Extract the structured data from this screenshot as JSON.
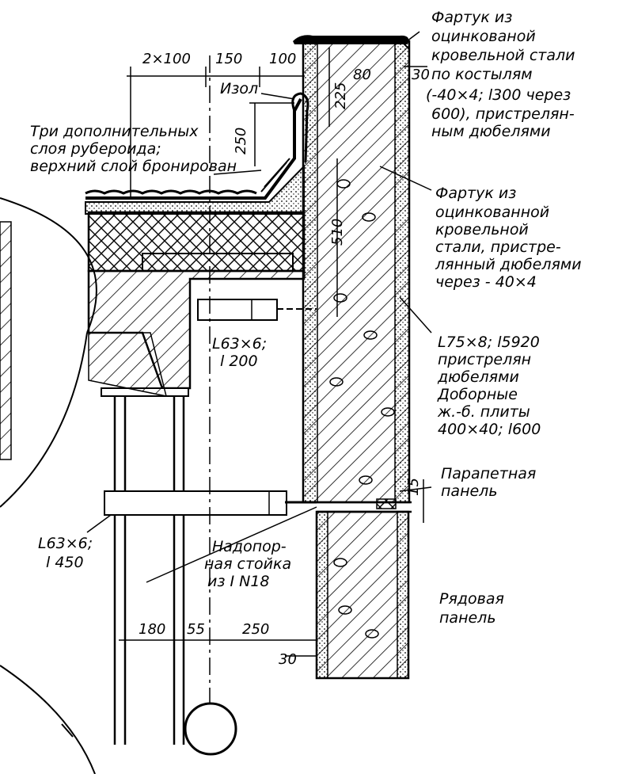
{
  "drawing": {
    "labels": {
      "apron_top_1": "Фартук из",
      "apron_top_2": "оцинкованой",
      "apron_top_3": "кровельной стали",
      "apron_top_4": "по костылям",
      "apron_top_5": "(-40×4; l300 через",
      "apron_top_6": "600), пристрелян-",
      "apron_top_7": "ным дюбелями",
      "apron_mid_1": "Фартук из",
      "apron_mid_2": "оцинкованной",
      "apron_mid_3": "кровельной",
      "apron_mid_4": "стали, пристре-",
      "apron_mid_5": "лянный дюбелями",
      "apron_mid_6": "через - 40×4",
      "angle_right_1": "L75×8; l5920",
      "angle_right_2": "пристрелян",
      "angle_right_3": "дюбелями",
      "slabs_1": "Доборные",
      "slabs_2": "ж.-б. плиты",
      "slabs_3": "400×40; l600",
      "parapet_1": "Парапетная",
      "parapet_2": "панель",
      "row_1": "Рядовая",
      "row_2": "панель",
      "three_layers_1": "Три дополнительных",
      "three_layers_2": "слоя рубероида;",
      "three_layers_3": "верхний слой бронирован",
      "izol": "Изол",
      "angle_mid_1": "L63×6;",
      "angle_mid_2": "l 200",
      "angle_low_1": "L63×6;",
      "angle_low_2": "l 450",
      "post_1": "Надопор-",
      "post_2": "ная стойка",
      "post_3": "из I N18"
    },
    "dimensions": {
      "top_2x100": "2×100",
      "top_150": "150",
      "top_100": "100",
      "v_250": "250",
      "v_225": "225",
      "d_80": "80",
      "d_30_top": "30",
      "v_510": "510",
      "d_15": "15",
      "b_180": "180",
      "b_55": "55",
      "b_250": "250",
      "b_30": "30"
    }
  }
}
